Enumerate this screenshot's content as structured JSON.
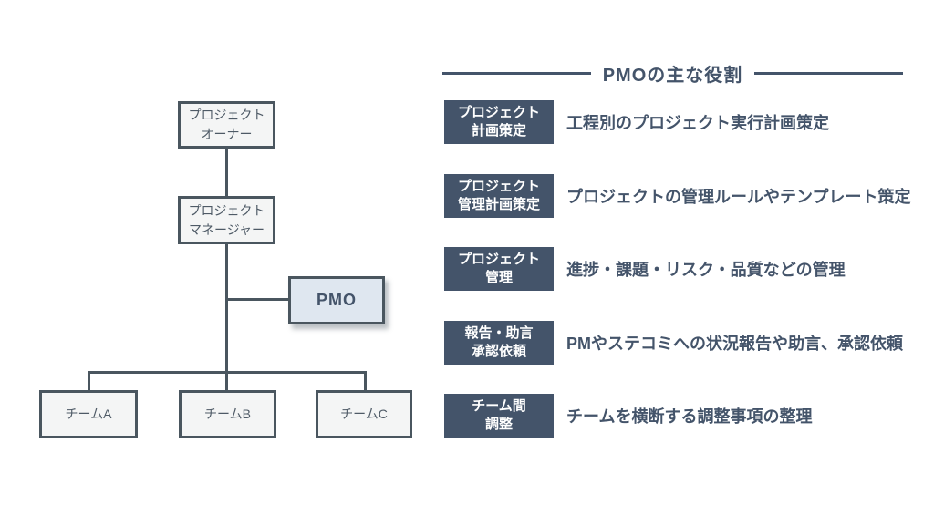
{
  "org_chart": {
    "owner_label": "プロジェクト\nオーナー",
    "manager_label": "プロジェクト\nマネージャー",
    "pmo_label": "PMO",
    "team_a_label": "チームA",
    "team_b_label": "チームB",
    "team_c_label": "チームC"
  },
  "roles_panel": {
    "title": "PMOの主な役割",
    "items": [
      {
        "label": "プロジェクト\n計画策定",
        "description": "工程別のプロジェクト実行計画策定"
      },
      {
        "label": "プロジェクト\n管理計画策定",
        "description": "プロジェクトの管理ルールやテンプレート策定"
      },
      {
        "label": "プロジェクト\n管理",
        "description": "進捗・課題・リスク・品質などの管理"
      },
      {
        "label": "報告・助言\n承認依頼",
        "description": "PMやステコミへの状況報告や助言、承認依頼"
      },
      {
        "label": "チーム間\n調整",
        "description": "チームを横断する調整事項の整理"
      }
    ]
  },
  "colors": {
    "navy": "#44546a",
    "chart_border": "#4a565f",
    "chart_text": "#4e5a66",
    "box_fill": "#f4f5f5",
    "pmo_fill": "#dfe7f0",
    "page_bg": "#ffffff"
  }
}
